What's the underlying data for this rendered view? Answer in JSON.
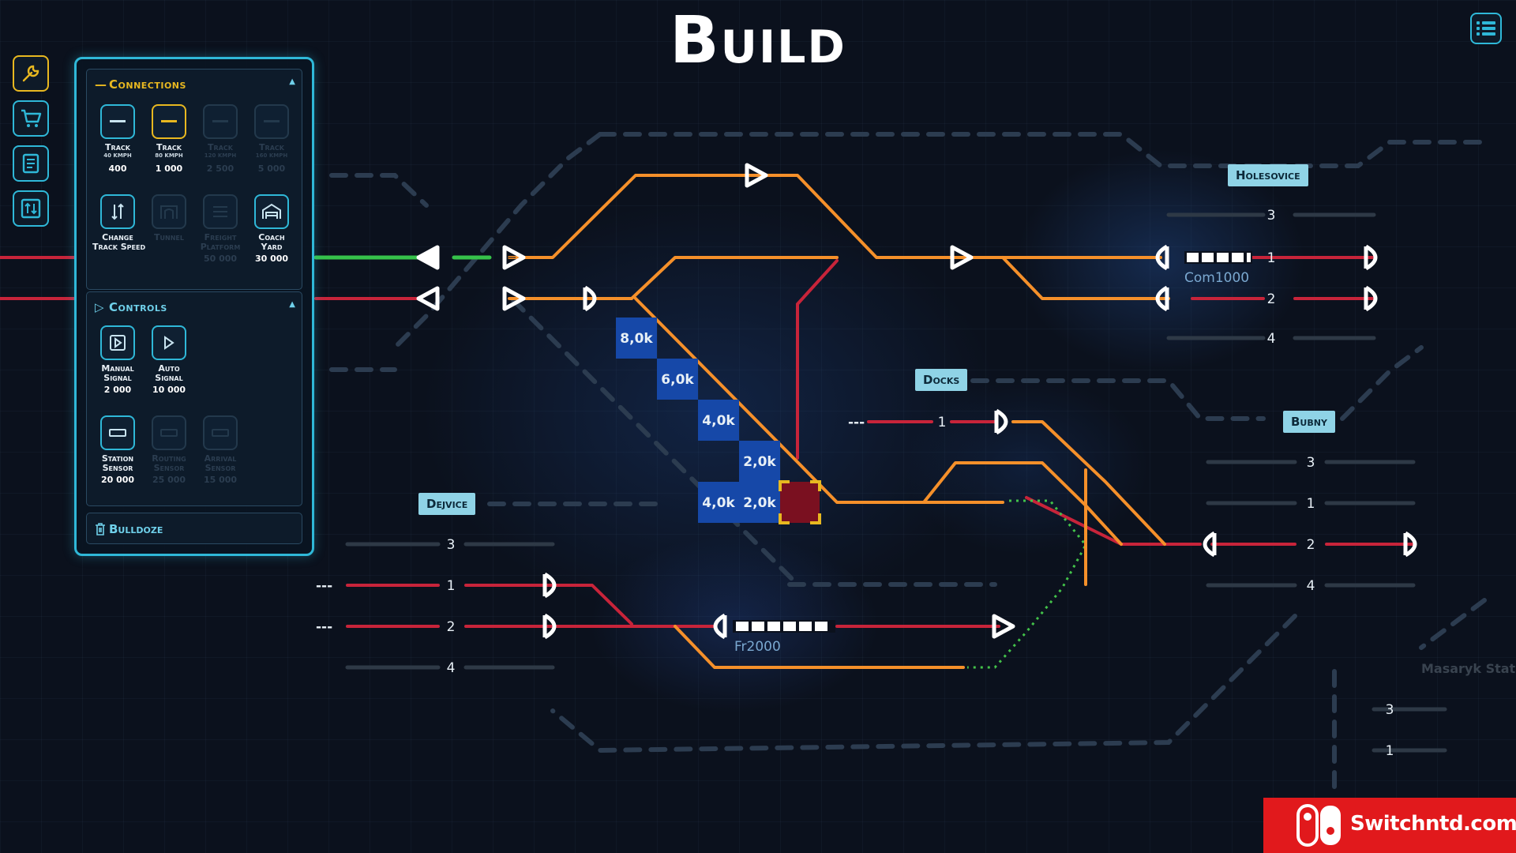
{
  "header": {
    "title": "Build"
  },
  "top_right": {
    "menu_icon": "list-icon"
  },
  "tool_sidebar": [
    {
      "name": "wrench-icon",
      "active": true
    },
    {
      "name": "cart-icon",
      "active": false
    },
    {
      "name": "document-icon",
      "active": false
    },
    {
      "name": "swap-icon",
      "active": false
    }
  ],
  "panel": {
    "connections": {
      "title": "Connections",
      "items": [
        {
          "label": "Track",
          "sub": "40 KMPH",
          "cost": "400",
          "enabled": true,
          "selected": false
        },
        {
          "label": "Track",
          "sub": "80 KMPH",
          "cost": "1 000",
          "enabled": true,
          "selected": true
        },
        {
          "label": "Track",
          "sub": "120 KMPH",
          "cost": "2 500",
          "enabled": false
        },
        {
          "label": "Track",
          "sub": "160 KMPH",
          "cost": "5 000",
          "enabled": false
        },
        {
          "label": "Change",
          "label2": "Track Speed",
          "cost": "",
          "enabled": true
        },
        {
          "label": "Tunnel",
          "cost": "",
          "enabled": false
        },
        {
          "label": "Freight",
          "label2": "Platform",
          "cost": "50 000",
          "enabled": false
        },
        {
          "label": "Coach",
          "label2": "Yard",
          "cost": "30 000",
          "enabled": true
        }
      ]
    },
    "controls": {
      "title": "Controls",
      "items": [
        {
          "label": "Manual",
          "label2": "Signal",
          "cost": "2 000",
          "enabled": true
        },
        {
          "label": "Auto",
          "label2": "Signal",
          "cost": "10 000",
          "enabled": true
        },
        {
          "label": "Station",
          "label2": "Sensor",
          "cost": "20 000",
          "enabled": true
        },
        {
          "label": "Routing",
          "label2": "Sensor",
          "cost": "25 000",
          "enabled": false
        },
        {
          "label": "Arrival",
          "label2": "Sensor",
          "cost": "15 000",
          "enabled": false
        }
      ]
    },
    "bulldoze": {
      "label": "Bulldoze",
      "icon": "trash-icon"
    }
  },
  "stations": {
    "holesovice": "Holesovice",
    "docks": "Docks",
    "bubny": "Bubny",
    "dejvice": "Dejvice",
    "masaryk": "Masaryk Stati"
  },
  "cost_grid": [
    "8,0k",
    "6,0k",
    "4,0k",
    "2,0k",
    "4,0k",
    "2,0k"
  ],
  "platforms": {
    "holesovice": [
      "3",
      "1",
      "2",
      "4"
    ],
    "docks": [
      "1"
    ],
    "bubny": [
      "3",
      "1",
      "2",
      "4"
    ],
    "dejvice": [
      "3",
      "1",
      "2",
      "4"
    ],
    "masaryk": [
      "3",
      "1"
    ]
  },
  "trains": {
    "holesovice_train": "Com1000",
    "dejvice_train": "Fr2000"
  },
  "stub_marker": "---",
  "colors": {
    "track_red": "#c8243a",
    "track_orange": "#f5902a",
    "track_green": "#36c24a",
    "accent_cyan": "#2fb8d8",
    "accent_yellow": "#e8b820",
    "label_bg": "#8fd3e6",
    "cost_tile": "#1648a8"
  },
  "watermark": {
    "text": "Switchntd.com"
  }
}
